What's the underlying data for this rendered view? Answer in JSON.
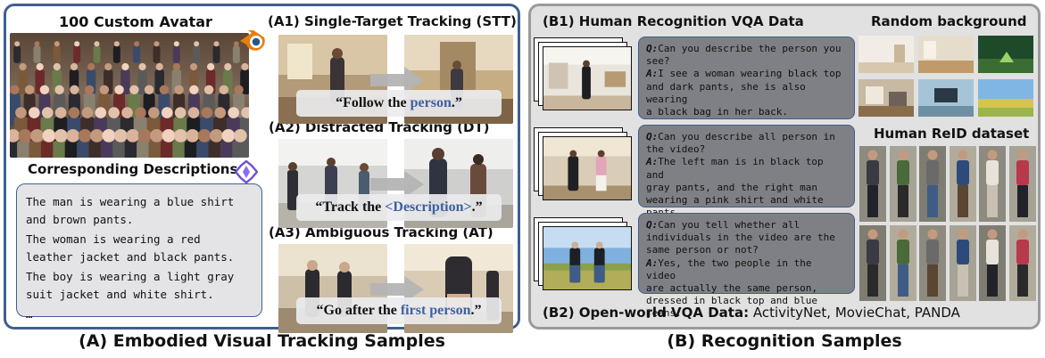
{
  "panel_a": {
    "avatar_title": "100 Custom Avatar",
    "descriptions_title": "Corresponding Descriptions",
    "descriptions": [
      [
        "The man is wearing a blue shirt",
        "and brown pants."
      ],
      [
        "The woman is wearing a red",
        "leather jacket and black pants."
      ],
      [
        "The boy is wearing a light gray",
        "suit jacket and white shirt."
      ],
      [
        "…"
      ]
    ],
    "tasks": [
      {
        "title": "(A1) Single-Target Tracking (STT)",
        "instr_pre": "“Follow the ",
        "instr_hl": "person",
        "instr_post": ".”"
      },
      {
        "title": "(A2) Distracted Tracking (DT)",
        "instr_pre": "“Track the ",
        "instr_hl": "<Description>",
        "instr_post": ".”"
      },
      {
        "title": "(A3) Ambiguous Tracking (AT)",
        "instr_pre": "“Go after the ",
        "instr_hl": "first person",
        "instr_post": ".”"
      }
    ],
    "caption": "(A) Embodied Visual Tracking Samples"
  },
  "panel_b": {
    "b1_title": "(B1) Human Recognition VQA Data",
    "random_bg_title": "Random background",
    "reid_title": "Human ReID dataset",
    "qa": [
      {
        "q_label": "Q:",
        "q": [
          "Can you describe the person you",
          "see?"
        ],
        "a_label": "A:",
        "a": [
          "I see a woman wearing black top",
          "and dark pants, she is also wearing",
          "a black bag in her back."
        ]
      },
      {
        "q_label": "Q:",
        "q": [
          "Can you describe all person in",
          "the video?"
        ],
        "a_label": "A:",
        "a": [
          "The left man is in black top and",
          "gray pants, and the right man",
          "wearing a pink shirt and white",
          "pants."
        ]
      },
      {
        "q_label": "Q:",
        "q": [
          "Can you tell whether all",
          "individuals in the video are the",
          "same person or not?"
        ],
        "a_label": "A:",
        "a": [
          "Yes, the two people in the video",
          "are actually the same person,",
          "dressed in black top and blue jeans."
        ]
      }
    ],
    "b2_label": "(B2) Open-world VQA Data:",
    "b2_sources": " ActivityNet, MovieChat, PANDA",
    "caption": "(B) Recognition Samples"
  },
  "colors": {
    "panel_a_border": "#3f5f8e",
    "panel_b_border": "#9a9a9a",
    "panel_b_bg": "#e1e1e1",
    "highlight": "#3f5fa0",
    "qa_box": "#7f8085"
  },
  "icons": [
    "blender-logo-icon",
    "qwen-star-icon",
    "arrow-right-icon"
  ]
}
